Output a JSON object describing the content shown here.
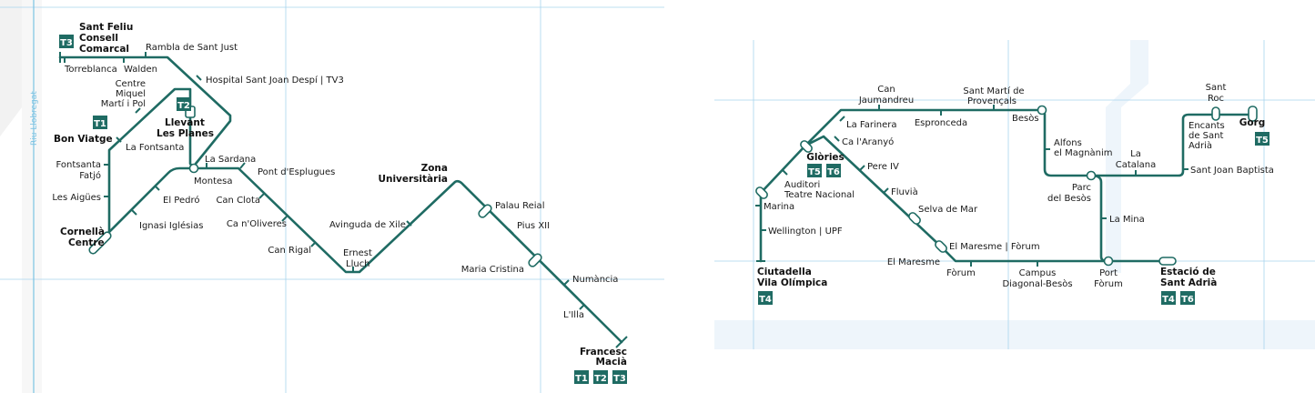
{
  "colors": {
    "line": "#1f6b63",
    "badge_bg": "#1f6b63",
    "badge_text": "#ffffff",
    "grid": "#a8d4ee",
    "river": "#7cc3e3",
    "water_area": "#eef5fb",
    "land": "#f2f2f2"
  },
  "river_label": "Riu Llobregat",
  "west_map": {
    "terminus_sant_feliu": {
      "name_lines": [
        "Sant Feliu",
        "Consell",
        "Comarcal"
      ],
      "badges": [
        "T3"
      ]
    },
    "stations": {
      "rambla_sant_just": "Rambla de Sant Just",
      "torreblanca": "Torreblanca",
      "walden": "Walden",
      "hospital_sant_joan_despi": "Hospital Sant Joan Despí | TV3",
      "centre_miquel_marti_pol": [
        "Centre",
        "Miquel",
        "Martí i Pol"
      ],
      "fontsanta_fatjo": [
        "Fontsanta",
        "Fatjó"
      ],
      "les_aigues": "Les Aigües",
      "la_fontsanta": "La Fontsanta",
      "la_sardana": "La Sardana",
      "montesa": "Montesa",
      "pont_esplugues": "Pont d'Esplugues",
      "can_clota": "Can Clota",
      "el_pedro": "El Pedró",
      "ignasi_iglesias": "Ignasi Iglésias",
      "ca_noliveres": "Ca n'Oliveres",
      "can_rigal": "Can Rigal",
      "avinguda_xile": "Avinguda de Xile",
      "ernest_lluch": [
        "Ernest",
        "Lluch"
      ],
      "palau_reial": "Palau Reial",
      "pius_xii": "Pius XII",
      "maria_cristina": "Maria Cristina",
      "numancia": "Numància",
      "lilla": "L'Illa"
    },
    "bon_viatge": {
      "name": "Bon Viatge",
      "badges": [
        "T1"
      ]
    },
    "llevant_les_planes": {
      "name_lines": [
        "Llevant",
        "Les Planes"
      ],
      "badges": [
        "T2"
      ]
    },
    "cornella_centre": {
      "name_lines": [
        "Cornellà",
        "Centre"
      ]
    },
    "zona_universitaria": {
      "name_lines": [
        "Zona",
        "Universitària"
      ]
    },
    "francesc_macia": {
      "name_lines": [
        "Francesc",
        "Macià"
      ],
      "badges": [
        "T1",
        "T2",
        "T3"
      ]
    }
  },
  "east_map": {
    "stations": {
      "can_jaumandreu": [
        "Can",
        "Jaumandreu"
      ],
      "sant_marti_provencals": [
        "Sant Martí de",
        "Provençals"
      ],
      "la_farinera": "La Farinera",
      "espronceda": "Espronceda",
      "besos": "Besòs",
      "ca_laranyo": "Ca l'Aranyó",
      "pere_iv": "Pere IV",
      "auditori": [
        "Auditori",
        "Teatre Nacional"
      ],
      "marina": "Marina",
      "fluvia": "Fluvià",
      "selva_de_mar": "Selva de Mar",
      "wellington": "Wellington | UPF",
      "el_maresme_forum": "El Maresme | Fòrum",
      "el_maresme": "El Maresme",
      "forum": "Fòrum",
      "campus": [
        "Campus",
        "Diagonal-Besòs"
      ],
      "port_forum": [
        "Port",
        "Fòrum"
      ],
      "alfons": [
        "Alfons",
        "el Magnànim"
      ],
      "parc_besos": [
        "Parc",
        "del Besòs"
      ],
      "la_catalana": [
        "La",
        "Catalana"
      ],
      "la_mina": "La Mina",
      "sant_roc": [
        "Sant",
        "Roc"
      ],
      "encants": [
        "Encants",
        "de Sant",
        "Adrià"
      ],
      "sant_joan_baptista": "Sant Joan Baptista"
    },
    "glories": {
      "name": "Glòries",
      "badges": [
        "T5",
        "T6"
      ]
    },
    "gorg": {
      "name": "Gorg",
      "badges": [
        "T5"
      ]
    },
    "ciutadella": {
      "name_lines": [
        "Ciutadella",
        "Vila Olímpica"
      ],
      "badges": [
        "T4"
      ]
    },
    "estacio_sant_adria": {
      "name_lines": [
        "Estació de",
        "Sant Adrià"
      ],
      "badges": [
        "T4",
        "T6"
      ]
    }
  }
}
